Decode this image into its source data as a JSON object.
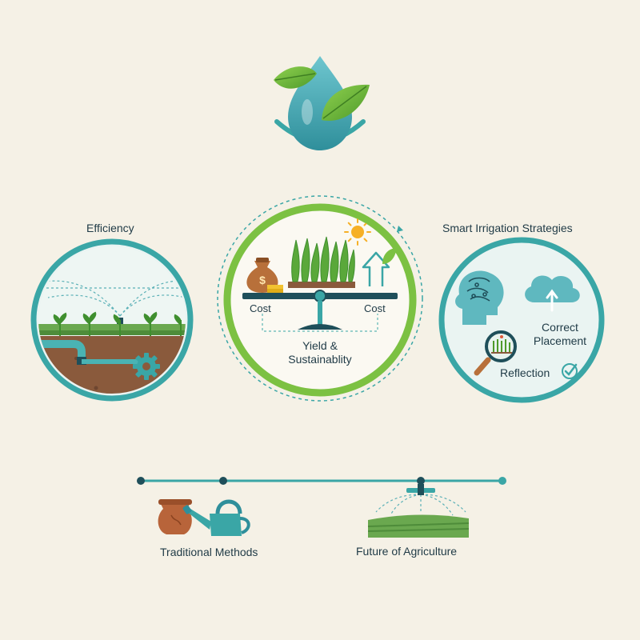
{
  "panels": {
    "left": {
      "title": "Efficiency"
    },
    "center": {
      "left_label": "Cost",
      "right_label": "Cost",
      "caption_line1": "Yield &",
      "caption_line2": "Sustainablity"
    },
    "right": {
      "title": "Smart Irrigation Strategies",
      "item1_line1": "Correct",
      "item1_line2": "Placement",
      "item2": "Reflection"
    }
  },
  "timeline": {
    "left_label": "Traditional Methods",
    "right_label": "Future of Agriculture"
  },
  "icons": {
    "logo": "water-drop-leaf-icon",
    "money": "money-bag-icon",
    "sun": "sun-icon",
    "growth": "up-arrow-leaf-icon",
    "brain": "brain-head-icon",
    "cloud": "cloud-upload-icon",
    "magnifier": "magnifier-icon",
    "check": "check-circle-icon",
    "gear": "gear-icon",
    "sprinkler": "sprinkler-icon",
    "pot": "clay-pot-icon",
    "can": "watering-can-icon"
  },
  "colors": {
    "background": "#f5f1e6",
    "teal": "#3aa6a6",
    "dark_teal": "#1f4f5a",
    "green": "#7cc142",
    "soil": "#8a5a3c"
  }
}
